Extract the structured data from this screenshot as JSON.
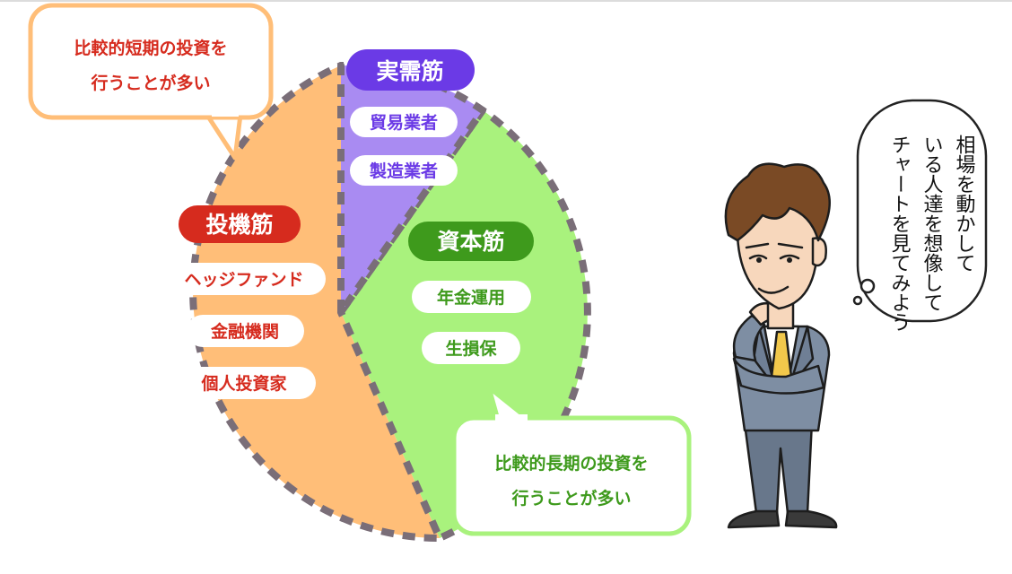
{
  "pie": {
    "orange_group": {
      "title": "投機筋",
      "items": [
        "ヘッジファンド",
        "金融機関",
        "個人投資家"
      ],
      "color": "#FFBE78",
      "accent": "#D62B1E"
    },
    "purple_group": {
      "title": "実需筋",
      "items": [
        "貿易業者",
        "製造業者"
      ],
      "color": "#A98BF2",
      "accent": "#6B3AE6"
    },
    "green_group": {
      "title": "資本筋",
      "items": [
        "年金運用",
        "生損保"
      ],
      "color": "#A9F27D",
      "accent": "#3E9A1C"
    },
    "border_color": "#7A6E78"
  },
  "callouts": {
    "short_term": {
      "line1": "比較的短期の投資を",
      "line2": "行うことが多い"
    },
    "long_term": {
      "line1": "比較的長期の投資を",
      "line2": "行うことが多い"
    }
  },
  "thought": {
    "line1": "相場を動かして",
    "line2": "いる人達を想像して",
    "line3": "チャートを見てみよう"
  }
}
